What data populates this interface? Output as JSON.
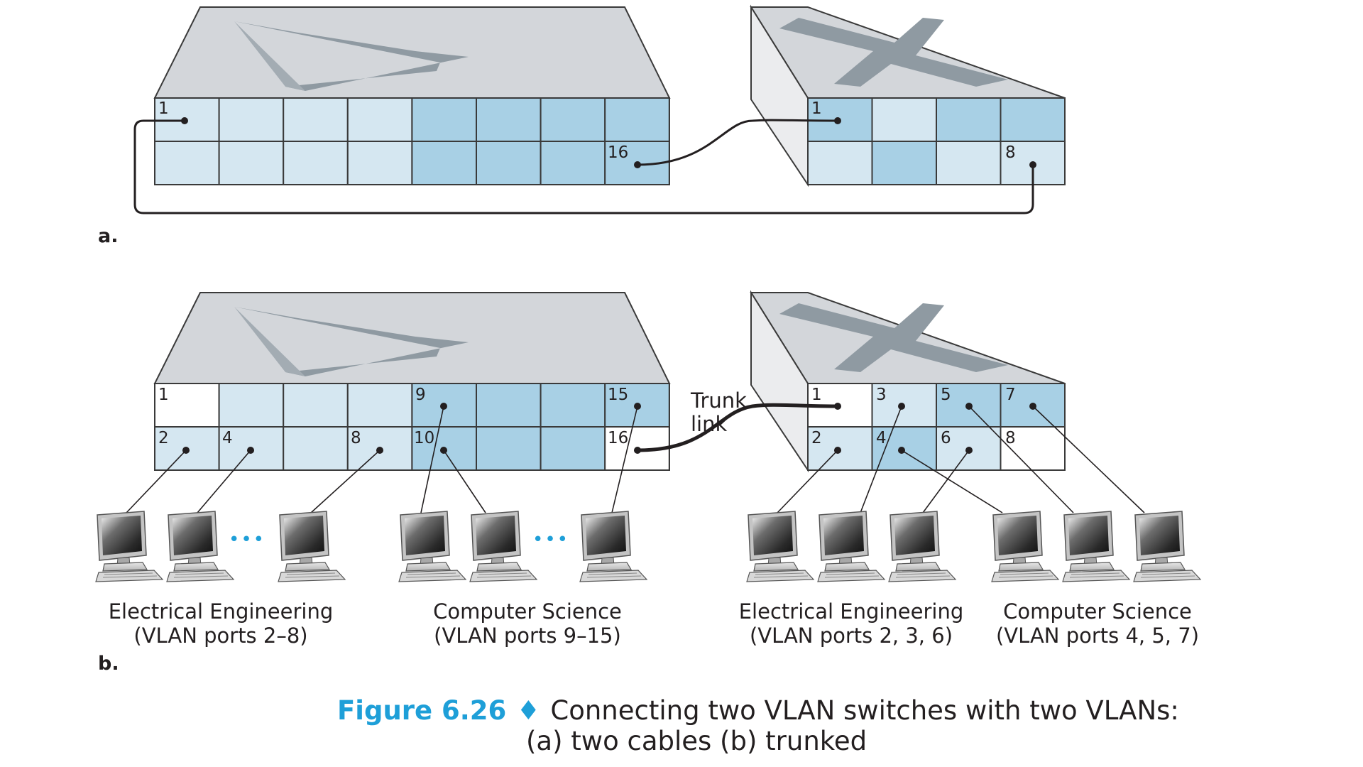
{
  "panel_a": {
    "letter": "a.",
    "switch1_ports": {
      "p1": "1",
      "p16": "16"
    },
    "switch2_ports": {
      "p1": "1",
      "p8": "8"
    }
  },
  "panel_b": {
    "letter": "b.",
    "switch1_ports": {
      "p1": "1",
      "p2": "2",
      "p4": "4",
      "p8": "8",
      "p9": "9",
      "p10": "10",
      "p15": "15",
      "p16": "16"
    },
    "switch2_ports": {
      "p1": "1",
      "p2": "2",
      "p3": "3",
      "p4": "4",
      "p5": "5",
      "p6": "6",
      "p7": "7",
      "p8": "8"
    },
    "trunk_label": {
      "line1": "Trunk",
      "line2": "link"
    },
    "ellipsis": "•••",
    "groups": [
      {
        "line1": "Electrical Engineering",
        "line2": "(VLAN ports 2–8)"
      },
      {
        "line1": "Computer Science",
        "line2": "(VLAN ports 9–15)"
      },
      {
        "line1": "Electrical Engineering",
        "line2": "(VLAN ports 2, 3, 6)"
      },
      {
        "line1": "Computer Science",
        "line2": "(VLAN ports 4, 5, 7)"
      }
    ]
  },
  "caption": {
    "number": "Figure 6.26",
    "separator": "♦",
    "line1": "Connecting two VLAN switches with two VLANs:",
    "line2": "(a) two cables (b) trunked"
  },
  "colors": {
    "ee_port": "#d5e7f1",
    "cs_port": "#a8d0e5",
    "unused_port": "#ffffff",
    "switch_top": "#d3d6da",
    "switch_x": "#8f9aa2",
    "caption_accent": "#1e9fd8"
  }
}
